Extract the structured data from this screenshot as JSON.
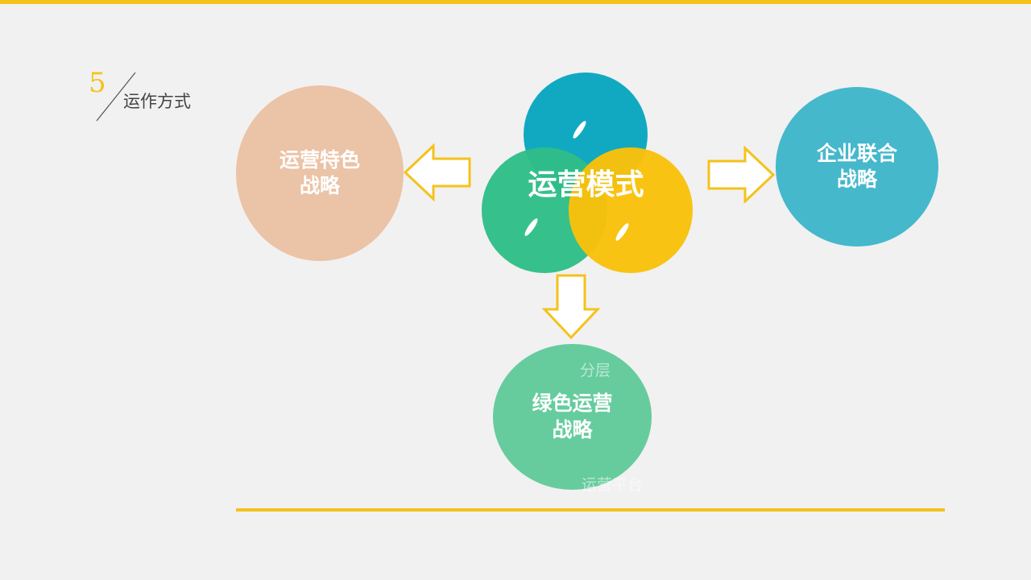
{
  "section": {
    "number": "5",
    "title": "运作方式"
  },
  "center": {
    "title": "运营模式"
  },
  "strategies": {
    "left": {
      "line1": "运营特色",
      "line2": "战略"
    },
    "right": {
      "line1": "企业联合",
      "line2": "战略"
    },
    "bottom": {
      "line1": "绿色运营",
      "line2": "战略"
    }
  },
  "faint_text": {
    "upper": "分层",
    "lower": "运营平台"
  },
  "colors": {
    "accent_yellow": "#f5c21b",
    "venn_blue": "#11a9c1",
    "venn_green": "#2fbe88",
    "venn_yellow": "#f9c10b",
    "left_circle": "#ebc3a6",
    "right_circle": "#46b8cc",
    "bottom_circle": "#66cc9e"
  }
}
